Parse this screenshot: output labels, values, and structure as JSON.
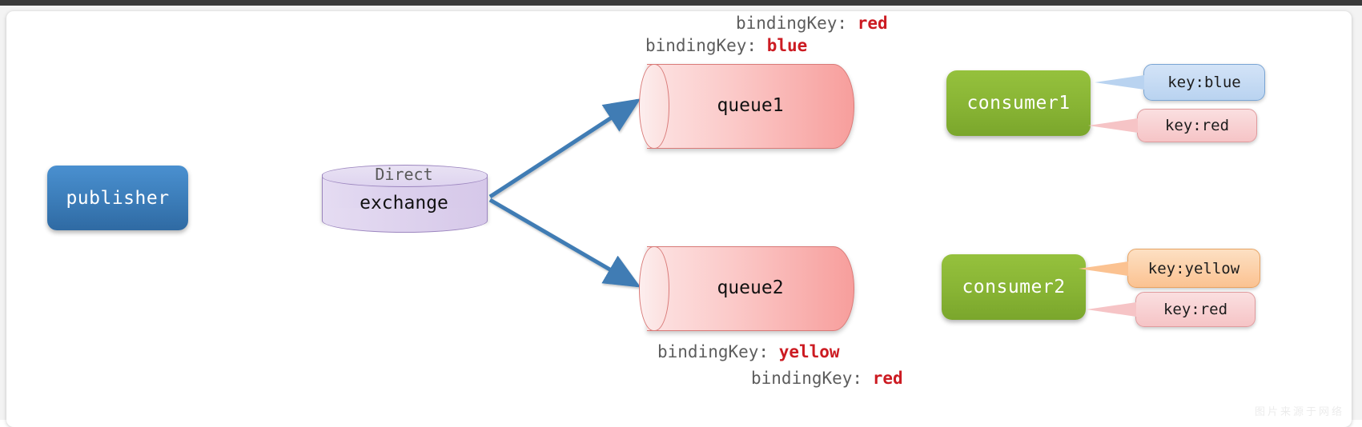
{
  "chrome": {
    "strip_text": ""
  },
  "diagram": {
    "nodes": {
      "publisher": {
        "label": "publisher"
      },
      "exchange": {
        "type_label": "Direct",
        "label": "exchange"
      },
      "queue1": {
        "label": "queue1"
      },
      "queue2": {
        "label": "queue2"
      },
      "consumer1": {
        "label": "consumer1"
      },
      "consumer2": {
        "label": "consumer2"
      }
    },
    "binding_keys": [
      {
        "id": "bk-red",
        "prefix": "bindingKey: ",
        "value": "red",
        "color": "#cc1b22",
        "target": "queue1"
      },
      {
        "id": "bk-blue",
        "prefix": "bindingKey: ",
        "value": "blue",
        "color": "#cc1b22",
        "target": "queue1"
      },
      {
        "id": "bk-yellow",
        "prefix": "bindingKey: ",
        "value": "yellow",
        "color": "#cc1b22",
        "target": "queue2"
      },
      {
        "id": "bk-red2",
        "prefix": "bindingKey: ",
        "value": "red",
        "color": "#cc1b22",
        "target": "queue2"
      }
    ],
    "bubbles": [
      {
        "id": "bub-blue",
        "label": "key:blue",
        "fill": "#b9d3f0",
        "owner": "consumer1"
      },
      {
        "id": "bub-red",
        "label": "key:red",
        "fill": "#f6c4c6",
        "owner": "consumer1"
      },
      {
        "id": "bub-yellow",
        "label": "key:yellow",
        "fill": "#fbc291",
        "owner": "consumer2"
      },
      {
        "id": "bub-red2",
        "label": "key:red",
        "fill": "#f6c4c6",
        "owner": "consumer2"
      }
    ],
    "edges": [
      {
        "from": "publisher",
        "to": "exchange"
      },
      {
        "from": "exchange",
        "to": "queue1"
      },
      {
        "from": "exchange",
        "to": "queue2"
      },
      {
        "from": "queue1",
        "to": "consumer1"
      },
      {
        "from": "queue2",
        "to": "consumer2"
      }
    ],
    "colors": {
      "arrow": "#3f7cb4",
      "publisher": "#3b7cb8",
      "exchange": "#d6c8e9",
      "queue": "#f79e9c",
      "consumer": "#88b434",
      "binding_value": "#cc1b22"
    }
  },
  "watermark": {
    "text": "图片来源于网络"
  }
}
